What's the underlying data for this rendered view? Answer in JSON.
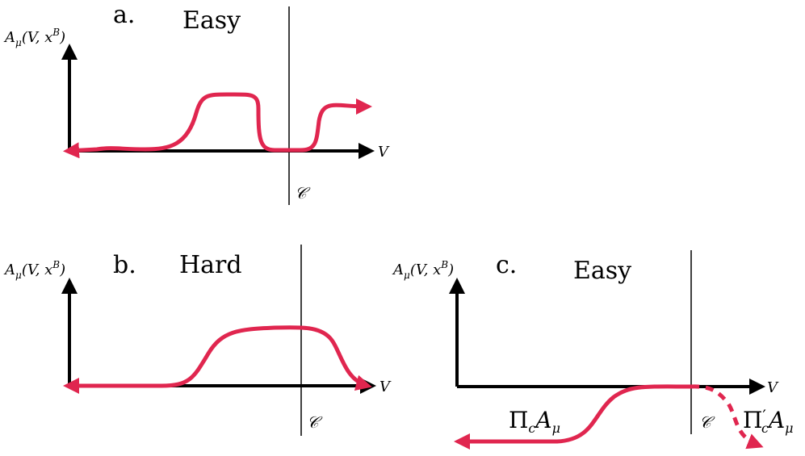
{
  "panels": [
    {
      "letter": "a.",
      "difficulty": "Easy",
      "y_axis_label": {
        "main": "A",
        "sub": "μ",
        "args": "(V, x",
        "sup": "B",
        "close": ")"
      },
      "x_axis_label": "V",
      "boundary_label": "𝒞"
    },
    {
      "letter": "b.",
      "difficulty": "Hard",
      "y_axis_label": {
        "main": "A",
        "sub": "μ",
        "args": "(V, x",
        "sup": "B",
        "close": ")"
      },
      "x_axis_label": "V",
      "boundary_label": "𝒞"
    },
    {
      "letter": "c.",
      "difficulty": "Easy",
      "y_axis_label": {
        "main": "A",
        "sub": "μ",
        "args": "(V, x",
        "sup": "B",
        "close": ")"
      },
      "x_axis_label": "V",
      "boundary_label": "𝒞",
      "curve_labels": {
        "left": {
          "pi": "Π",
          "pi_sub": "c",
          "a": "A",
          "a_sub": "μ"
        },
        "right": {
          "pi": "Π",
          "prime": "′",
          "pi_sub": "c",
          "a": "A",
          "a_sub": "μ"
        }
      }
    }
  ],
  "colors": {
    "curve": "#e0264f",
    "axis": "#000000"
  }
}
